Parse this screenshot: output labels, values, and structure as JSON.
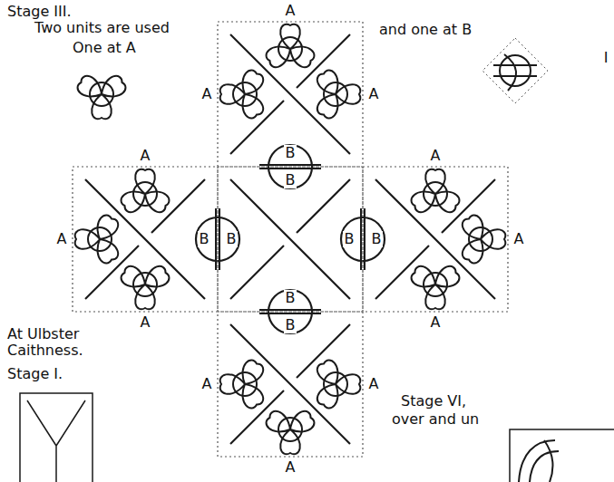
{
  "diagram": {
    "labels": [
      "Stage III.",
      "A",
      "Two units are used",
      "and one at B",
      "I",
      "One at A",
      "A",
      "A",
      "B",
      "A",
      "B",
      "A",
      "A",
      "B",
      "B",
      "B",
      "B",
      "A",
      "A",
      "A",
      "At Ulbster Caithness.",
      "B",
      "B",
      "Stage I.",
      "A",
      "A",
      "Stage VI,",
      "over and un",
      "A"
    ]
  }
}
